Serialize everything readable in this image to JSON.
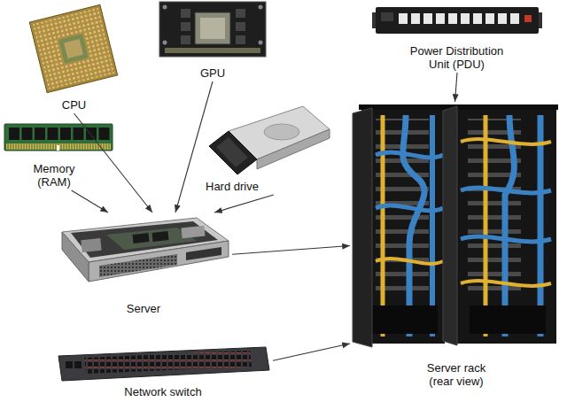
{
  "diagram": {
    "nodes": [
      {
        "text": [
          "CPU"
        ]
      },
      {
        "text": [
          "GPU"
        ]
      },
      {
        "text": [
          "Power Distribution Unit (PDU)"
        ]
      },
      {
        "text": [
          "Memory (RAM)"
        ]
      },
      {
        "text": [
          "Hard drive"
        ]
      },
      {
        "text": [
          "Server"
        ]
      },
      {
        "text": [
          "Server rack (rear view)"
        ]
      },
      {
        "text": [
          "Network switch"
        ]
      }
    ],
    "edges": [
      {
        "from": 0,
        "to": 5,
        "arrow": "to"
      },
      {
        "from": 1,
        "to": 5,
        "arrow": "to"
      },
      {
        "from": 3,
        "to": 5,
        "arrow": "to"
      },
      {
        "from": 4,
        "to": 5,
        "arrow": "to"
      },
      {
        "from": 5,
        "to": 6,
        "arrow": "to"
      },
      {
        "from": 7,
        "to": 6,
        "arrow": "to"
      },
      {
        "from": 2,
        "to": 6,
        "arrow": "to"
      }
    ]
  }
}
